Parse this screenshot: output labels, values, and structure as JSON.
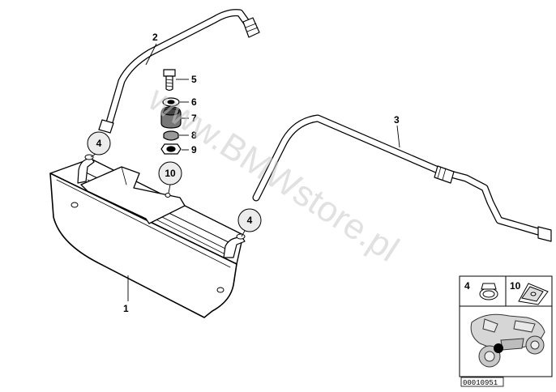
{
  "watermark": "www.BMWstore.pl",
  "part_labels": {
    "p1": "1",
    "p2": "2",
    "p3": "3",
    "p5": "5",
    "p6": "6",
    "p7": "7",
    "p8": "8",
    "p9": "9"
  },
  "callouts": {
    "c4_left": "4",
    "c4_right": "4",
    "c10": "10"
  },
  "inset": {
    "label_a": "4",
    "label_b": "10"
  },
  "ref_code": "00010951",
  "colors": {
    "line": "#000000",
    "callout_fill": "#ececec",
    "watermark": "#c9c9c9",
    "marker": "#000000"
  }
}
